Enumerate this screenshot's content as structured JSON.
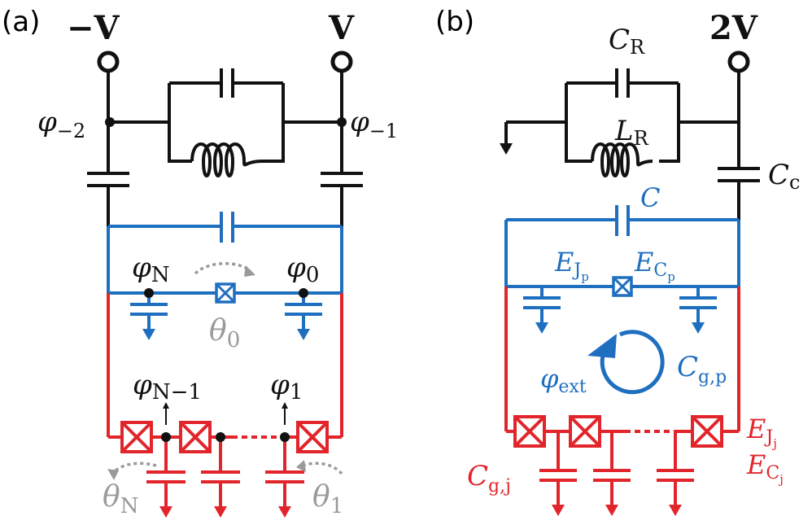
{
  "panel_a": {
    "label": "(a)",
    "terminal_left": "−V",
    "terminal_right": "V",
    "node_left": {
      "sym": "φ",
      "sub": "−2"
    },
    "node_right": {
      "sym": "φ",
      "sub": "−1"
    },
    "node_N": {
      "sym": "φ",
      "sub": "N"
    },
    "node_0": {
      "sym": "φ",
      "sub": "0"
    },
    "theta_0": {
      "sym": "θ",
      "sub": "0"
    },
    "node_N1": {
      "sym": "φ",
      "sub": "N−1"
    },
    "node_1": {
      "sym": "φ",
      "sub": "1"
    },
    "theta_N": {
      "sym": "θ",
      "sub": "N"
    },
    "theta_1": {
      "sym": "θ",
      "sub": "1"
    }
  },
  "panel_b": {
    "label": "(b)",
    "terminal": "2V",
    "C_R": {
      "sym": "C",
      "sub": "R"
    },
    "L_R": {
      "sym": "L",
      "sub": "R"
    },
    "C_c": {
      "sym": "C",
      "sub": "c"
    },
    "C": {
      "sym": "C"
    },
    "E_Jp": {
      "sym": "E",
      "sub": "J",
      "subsub": "p"
    },
    "E_Cp": {
      "sym": "E",
      "sub": "C",
      "subsub": "p"
    },
    "phi_ext": {
      "sym": "φ",
      "sub": "ext"
    },
    "C_gp": {
      "sym": "C",
      "sub": "g,p"
    },
    "E_Jj": {
      "sym": "E",
      "sub": "J",
      "subsub": "j"
    },
    "E_Cj": {
      "sym": "E",
      "sub": "C",
      "subsub": "j"
    },
    "C_gj": {
      "sym": "C",
      "sub": "g,j"
    }
  },
  "colors": {
    "black": "#111111",
    "blue": "#1f6fc0",
    "red": "#e2252b",
    "gray": "#9a9a9a"
  }
}
